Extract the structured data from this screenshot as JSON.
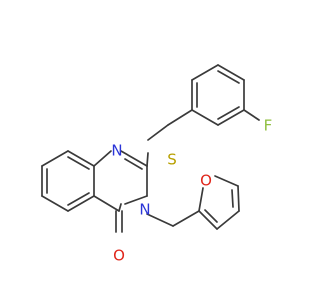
{
  "molecule": {
    "atoms": {
      "fluorine": {
        "label": "F",
        "color": "#8fbf3f"
      },
      "sulfur": {
        "label": "S",
        "color": "#b8a000"
      },
      "nitrogen_1": {
        "label": "N",
        "color": "#2b35d8"
      },
      "nitrogen_3": {
        "label": "N",
        "color": "#2b35d8"
      },
      "furan_oxygen": {
        "label": "O",
        "color": "#e0261b"
      },
      "carbonyl_oxygen": {
        "label": "O",
        "color": "#e0261b"
      }
    },
    "bond_color": "#3a3a3a"
  }
}
